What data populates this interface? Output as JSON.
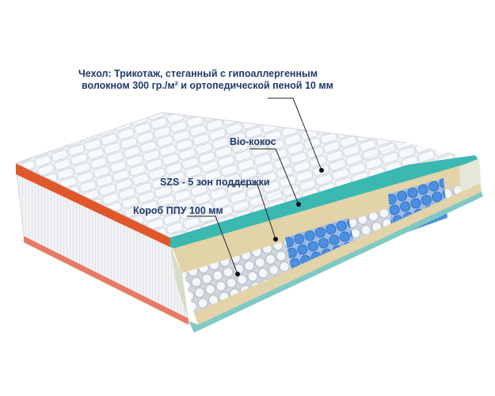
{
  "labels": {
    "cover_line1": "Чехол: Трикотаж, стеганный с гипоаллергенным",
    "cover_line2": "волокном 300 гр./м² и ортопедической пеной 10 мм",
    "bio_coconut": "Bio-кокос",
    "springs": "SZS - 5 зон поддержки",
    "foam_box": "Короб ППУ 100 мм"
  },
  "colors": {
    "label_text": "#1f3a6b",
    "orange_trim": "#e0582a",
    "teal_layer": "#3bb8b0",
    "coconut": "#e2d3a8",
    "spring_blue": "#4a8fe0"
  }
}
